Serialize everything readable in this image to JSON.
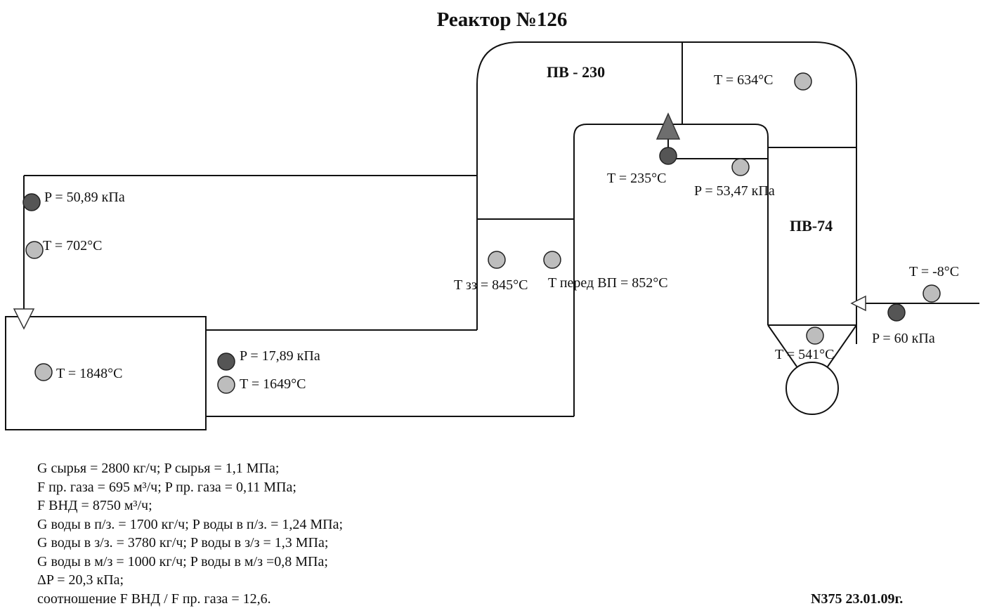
{
  "title": "Реактор №126",
  "units": {
    "pv230": "ПВ - 230",
    "pv74": "ПВ-74"
  },
  "readings": {
    "p_top_left": "P = 50,89 кПа",
    "t_top_left": "T = 702°C",
    "t_reactor": "T = 1848°C",
    "p_reactor_out": "P = 17,89 кПа",
    "t_reactor_out": "T = 1649°C",
    "t_zz": "T зз = 845°C",
    "t_pered_vp": "T перед ВП = 852°C",
    "t_235": "T = 235°C",
    "p_5347": "P = 53,47 кПа",
    "t_634": "T = 634°C",
    "t_minus8": "T = -8°C",
    "p_60": "P = 60 кПа",
    "t_541": "T = 541°C"
  },
  "notes": [
    "G сырья = 2800 кг/ч; P сырья = 1,1 МПа;",
    "F пр. газа = 695 м³/ч; P пр. газа = 0,11 МПа;",
    "F ВНД = 8750 м³/ч;",
    "G воды в п/з. = 1700 кг/ч; P воды в п/з. = 1,24 МПа;",
    "G воды в з/з. = 3780 кг/ч; P воды в з/з = 1,3 МПа;",
    "G воды в м/з = 1000 кг/ч; P воды в м/з =0,8 МПа;",
    "ΔP = 20,3 кПа;",
    "соотношение F ВНД / F пр. газа = 12,6."
  ],
  "footer": "N375 23.01.09г.",
  "colors": {
    "sensor_pressure": "#555555",
    "sensor_temperature": "#bdbdbd",
    "arrow_fill": "#6e6e6e",
    "line": "#111111"
  }
}
